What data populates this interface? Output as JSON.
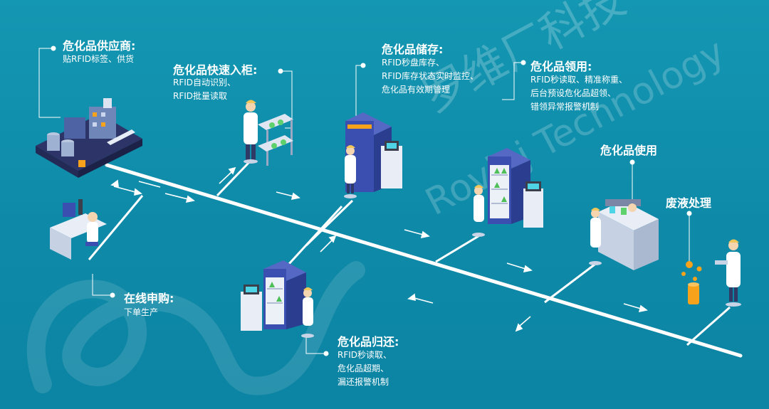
{
  "watermark": {
    "cn": "罗维厂科技",
    "en": "Rovinj Technology"
  },
  "stations": {
    "supplier": {
      "title": "危化品供应商:",
      "lines": [
        "贴RFID标签、供货"
      ]
    },
    "quick_store": {
      "title": "危化品快速入柜:",
      "lines": [
        "RFID自动识别、",
        "RFID批量读取"
      ]
    },
    "storage": {
      "title": "危化品储存:",
      "lines": [
        "RFID秒盘库存、",
        "RFID库存状态实时监控、",
        "危化品有效期管理"
      ]
    },
    "collect": {
      "title": "危化品领用:",
      "lines": [
        "RFID秒读取、精准称重、",
        "后台预设危化品超领、",
        "错领异常报警机制"
      ]
    },
    "use": {
      "title": "危化品使用",
      "lines": []
    },
    "waste": {
      "title": "废液处理",
      "lines": []
    },
    "online": {
      "title": "在线申购:",
      "lines": [
        "下单生产"
      ]
    },
    "return": {
      "title": "危化品归还:",
      "lines": [
        "RFID秒读取、",
        "危化品超期、",
        "漏还报警机制"
      ]
    }
  },
  "colors": {
    "background": "#1497b2",
    "cabinet": "#3a4fb0",
    "text": "#ffffff",
    "accent": "#f7a21b",
    "factory": "#2d3568"
  }
}
